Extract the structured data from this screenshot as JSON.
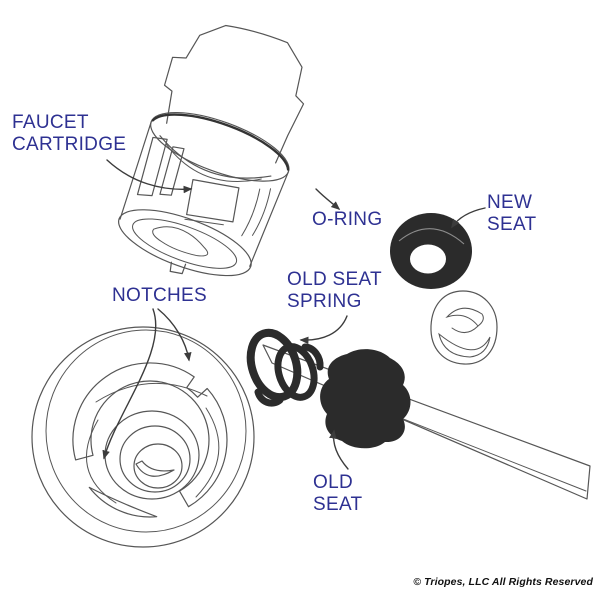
{
  "labels": {
    "faucet_cartridge": "FAUCET CARTRIDGE",
    "o_ring": "O-RING",
    "new_seat": "NEW SEAT",
    "old_seat_spring": "OLD SEAT SPRING",
    "notches": "NOTCHES",
    "old_seat": "OLD SEAT"
  },
  "footer": {
    "copyright": "© Triopes, LLC All Rights Reserved"
  },
  "colors": {
    "label": "#2e3192",
    "line": "#565656",
    "arrow": "#3c3c3c",
    "ink": "#2b2b2b",
    "bg": "#ffffff",
    "copyright": "#111111"
  },
  "parts": [
    "faucet-cartridge-drawing",
    "cartridge-bottom-view",
    "new-seat-ring",
    "new-seat-spring",
    "old-seat-spring-coil",
    "old-seat-rubber",
    "seat-removal-tool"
  ]
}
